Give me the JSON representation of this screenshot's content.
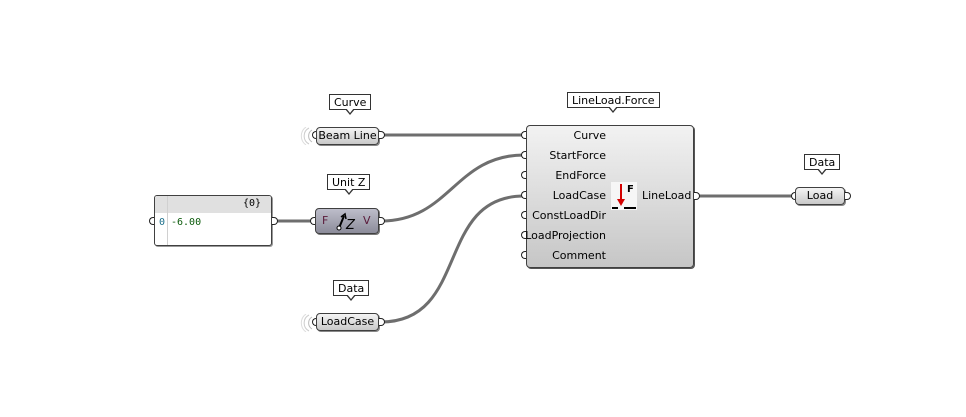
{
  "canvas": {
    "background": "#ffffff",
    "wire_color": "#6e6e6e"
  },
  "beam_line": {
    "tag": "Curve",
    "label": "Beam Line",
    "icon": "wireless-waves-icon"
  },
  "panel": {
    "path": "{0}",
    "index": "0",
    "value": "-6.00"
  },
  "unit_z": {
    "tag": "Unit Z",
    "input": "F",
    "output": "V",
    "icon": "unit-vector-z-icon"
  },
  "load_case": {
    "tag": "Data",
    "label": "LoadCase",
    "icon": "wireless-waves-icon"
  },
  "component": {
    "tag": "LineLoad.Force",
    "inputs": [
      "Curve",
      "StartForce",
      "EndForce",
      "LoadCase",
      "ConstLoadDir",
      "LoadProjection",
      "Comment"
    ],
    "output": "LineLoad",
    "icon": "line-load-force-icon",
    "icon_letter": "F",
    "icon_arrow_color": "#d40000"
  },
  "load_output": {
    "tag": "Data",
    "label": "Load"
  }
}
